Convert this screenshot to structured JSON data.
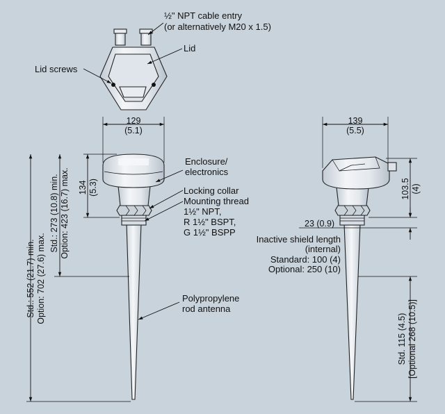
{
  "labels": {
    "cable_entry_1": "½\" NPT cable entry",
    "cable_entry_2": "(or alternatively M20 x 1.5)",
    "lid": "Lid",
    "lid_screws": "Lid screws",
    "enclosure_1": "Enclosure/",
    "enclosure_2": "electronics",
    "locking_collar": "Locking collar",
    "mounting_1": "Mounting thread",
    "mounting_2": "1½\" NPT,",
    "mounting_3": "R 1½\" BSPT,",
    "mounting_4": "G 1½\" BSPP",
    "antenna_1": "Polypropylene",
    "antenna_2": "rod antenna",
    "shield_1": "Inactive shield length",
    "shield_2": "(internal)",
    "shield_3": "Standard: 100 (4)",
    "shield_4": "Optional: 250 (10)"
  },
  "dimensions": {
    "width_front_1": "129",
    "width_front_2": "(5.1)",
    "width_side_1": "139",
    "width_side_2": "(5.5)",
    "enclosure_height_1": "134",
    "enclosure_height_2": "(5.3)",
    "std_height_1": "Std.: 273 (10.8) min.",
    "std_height_2": "Option: 423 (16.7) max.",
    "total_1": "Std.: 552 (21.7) min.",
    "total_2": "Option: 702 (27.6) max.",
    "side_height_1": "103.5",
    "side_height_2": "(4)",
    "collar": "23 (0.9)",
    "tip_1": "Std. 115 (4.5)",
    "tip_2": "[Optional 268 (10.5)]"
  },
  "colors": {
    "background": "#c9d3dc",
    "body_light": "#eef1f4",
    "body_mid": "#d6dce3",
    "line": "#111111"
  }
}
